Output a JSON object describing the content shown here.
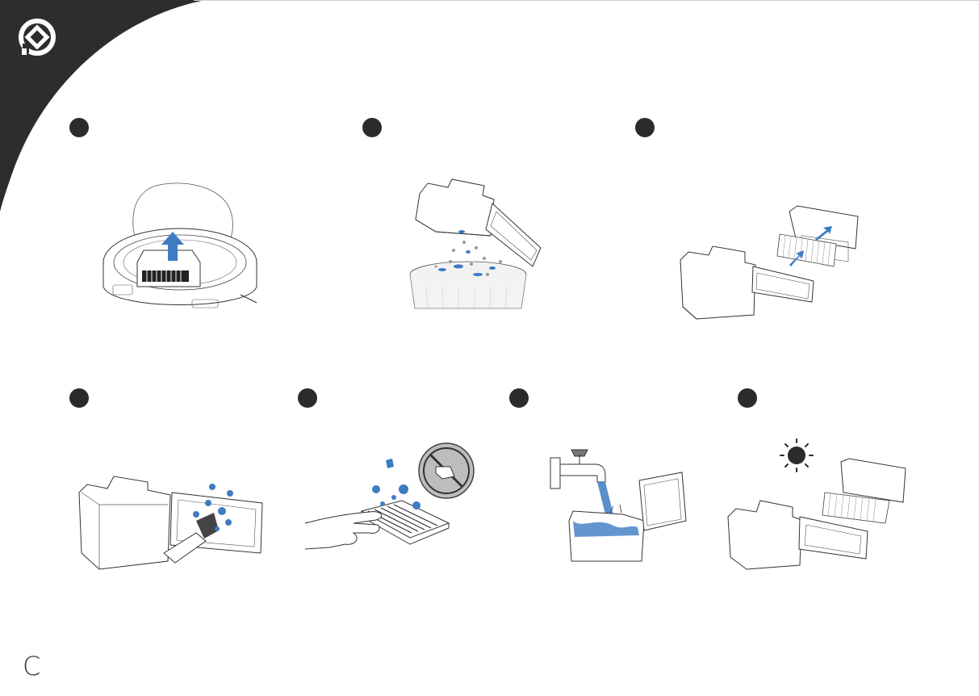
{
  "page": {
    "background": "#ffffff",
    "corner_color": "#2f2c2c",
    "accent_blue": "#3d7bc3",
    "footer_letter": "C"
  },
  "steps": [
    {
      "icon": "robot-dustbin-lift"
    },
    {
      "icon": "empty-into-trash"
    },
    {
      "icon": "remove-filter"
    },
    {
      "icon": "brush-filter"
    },
    {
      "icon": "tap-filter-no-water"
    },
    {
      "icon": "rinse-dustbin"
    },
    {
      "icon": "sun-dry-parts"
    }
  ]
}
